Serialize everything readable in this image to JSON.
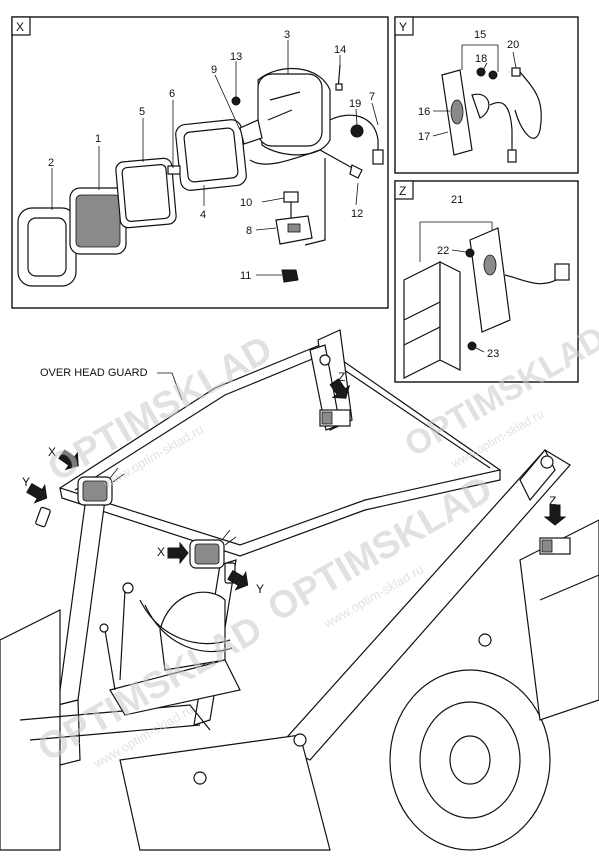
{
  "boxes": {
    "x": {
      "tag": "X"
    },
    "y": {
      "tag": "Y"
    },
    "z": {
      "tag": "Z"
    }
  },
  "callouts": [
    "1",
    "2",
    "3",
    "4",
    "5",
    "6",
    "7",
    "8",
    "9",
    "10",
    "11",
    "12",
    "13",
    "14",
    "15",
    "16",
    "17",
    "18",
    "19",
    "20",
    "21",
    "22",
    "23"
  ],
  "machine_label": "OVER HEAD GUARD",
  "view_markers": {
    "x1": "X",
    "y1": "Y",
    "x2": "X",
    "y2": "Y",
    "z1": "Z",
    "z2": "Z"
  },
  "watermark": {
    "brand": "OPTIMSKLAD",
    "url": "www.optim-sklad.ru"
  }
}
